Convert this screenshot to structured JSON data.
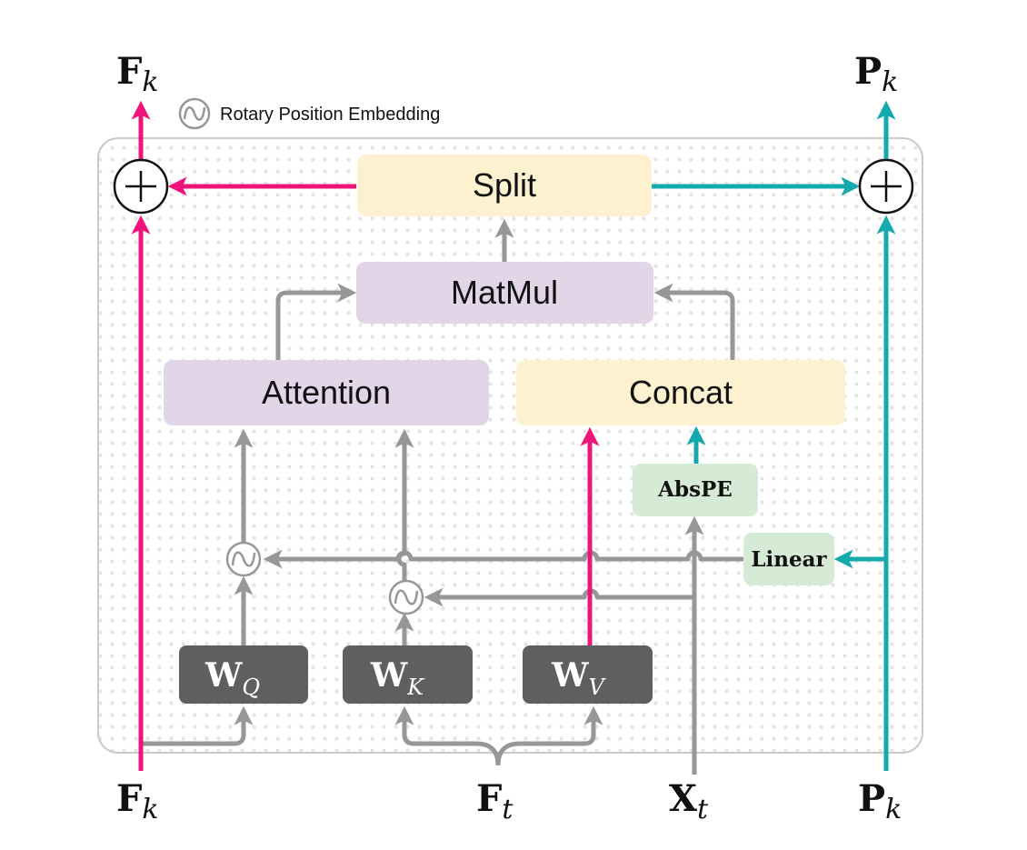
{
  "legend": {
    "icon": "rotary-icon",
    "text": "Rotary Position Embedding"
  },
  "boxes": {
    "split": "Split",
    "matmul": "MatMul",
    "attention": "Attention",
    "concat": "Concat",
    "abspe": "AbsPE",
    "linear": "Linear"
  },
  "weights": {
    "wq": {
      "base": "W",
      "sub": "Q"
    },
    "wk": {
      "base": "W",
      "sub": "K"
    },
    "wv": {
      "base": "W",
      "sub": "V"
    }
  },
  "inputs": {
    "fk": {
      "base": "F",
      "sub": "k"
    },
    "ft": {
      "base": "F",
      "sub": "t"
    },
    "xt": {
      "base": "X",
      "sub": "t"
    },
    "pk": {
      "base": "P",
      "sub": "k"
    }
  },
  "outputs": {
    "fk": {
      "base": "F",
      "sub": "k"
    },
    "pk": {
      "base": "P",
      "sub": "k"
    }
  },
  "colors": {
    "magenta": "#f0147a",
    "teal": "#14aaad",
    "gray": "#979797",
    "yellow": "#fdf1cf",
    "purple": "#e2d5e8",
    "green": "#d6ebd5",
    "dark": "#5f5f5f"
  }
}
